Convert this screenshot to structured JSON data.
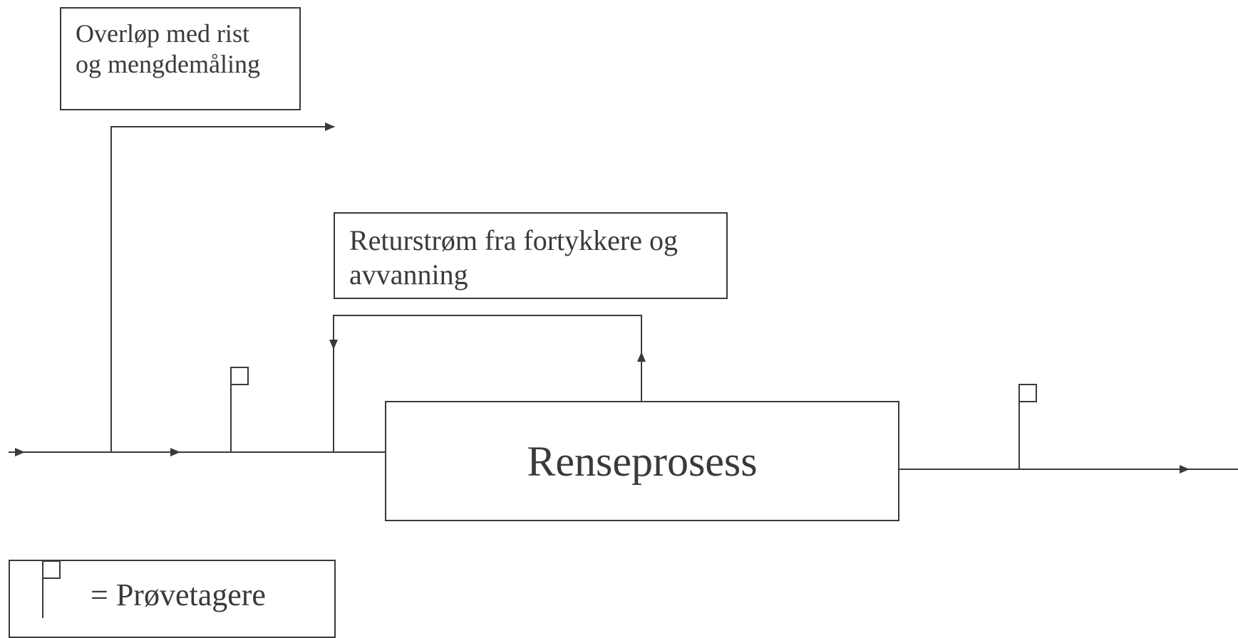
{
  "boxes": {
    "overflow": "Overløp med rist\nog mengdemåling",
    "return_flow": "Returstrøm fra fortykkere og\navvanning",
    "process": "Renseprosess"
  },
  "legend": {
    "label": "= Prøvetagere"
  },
  "colors": {
    "stroke": "#3a3a3a",
    "background": "#ffffff"
  }
}
